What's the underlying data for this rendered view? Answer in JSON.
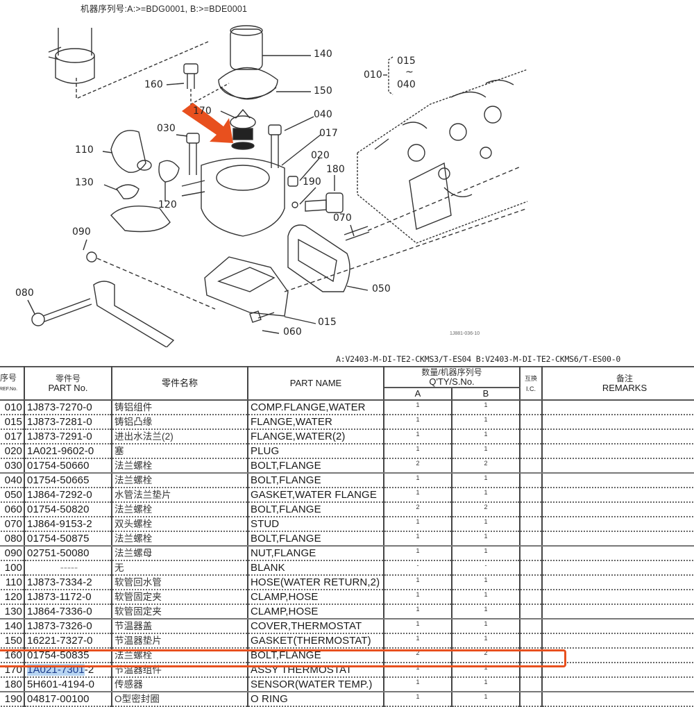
{
  "header": {
    "serial_numbers": "机器序列号:A:>=BDG0001, B:>=BDE0001",
    "model_line": "A:V2403-M-DI-TE2-CKMS3/T-ES04  B:V2403-M-DI-TE2-CKMS6/T-ES00-0"
  },
  "diagram": {
    "drawing_code": "1J881-036-10",
    "callouts": [
      "010",
      "015",
      "017",
      "020",
      "030",
      "040",
      "050",
      "060",
      "070",
      "080",
      "090",
      "110",
      "120",
      "130",
      "140",
      "150",
      "160",
      "170",
      "180",
      "190"
    ],
    "range_label": {
      "parent": "010",
      "from": "015",
      "tilde": "~",
      "to": "040"
    },
    "arrow_target": "170",
    "arrow_color": "#e8501e"
  },
  "table": {
    "columns": {
      "ref_cn": "序号",
      "ref_en": "REF.No.",
      "part_cn": "零件号",
      "part_en": "PART No.",
      "name_cn": "零件名称",
      "name_en": "PART NAME",
      "qty_cn": "数量/机器序列号",
      "qty_en": "Q'TY/S.No.",
      "qty_a": "A",
      "qty_b": "B",
      "ic_cn": "互换",
      "ic_en": "I.C.",
      "remarks_cn": "备注",
      "remarks_en": "REMARKS"
    },
    "rows": [
      {
        "ref": "010",
        "part": "1J873-7270-0",
        "name_cn": "铸铝组件",
        "name_en": "COMP.FLANGE,WATER",
        "qty_a": "1",
        "qty_b": "1"
      },
      {
        "ref": "015",
        "part": "1J873-7281-0",
        "name_cn": "铸铝凸缘",
        "name_en": "FLANGE,WATER",
        "qty_a": "1",
        "qty_b": "1"
      },
      {
        "ref": "017",
        "part": "1J873-7291-0",
        "name_cn": "进出水法兰(2)",
        "name_en": "FLANGE,WATER(2)",
        "qty_a": "1",
        "qty_b": "1"
      },
      {
        "ref": "020",
        "part": "1A021-9602-0",
        "name_cn": "塞",
        "name_en": "PLUG",
        "qty_a": "1",
        "qty_b": "1"
      },
      {
        "ref": "030",
        "part": "01754-50660",
        "name_cn": "法兰螺栓",
        "name_en": "BOLT,FLANGE",
        "qty_a": "2",
        "qty_b": "2"
      },
      {
        "ref": "040",
        "part": "01754-50665",
        "name_cn": "法兰螺栓",
        "name_en": "BOLT,FLANGE",
        "qty_a": "1",
        "qty_b": "1"
      },
      {
        "ref": "050",
        "part": "1J864-7292-0",
        "name_cn": "水管法兰垫片",
        "name_en": "GASKET,WATER FLANGE",
        "qty_a": "1",
        "qty_b": "1"
      },
      {
        "ref": "060",
        "part": "01754-50820",
        "name_cn": "法兰螺栓",
        "name_en": "BOLT,FLANGE",
        "qty_a": "2",
        "qty_b": "2"
      },
      {
        "ref": "070",
        "part": "1J864-9153-2",
        "name_cn": "双头螺栓",
        "name_en": "STUD",
        "qty_a": "1",
        "qty_b": "1"
      },
      {
        "ref": "080",
        "part": "01754-50875",
        "name_cn": "法兰螺栓",
        "name_en": "BOLT,FLANGE",
        "qty_a": "1",
        "qty_b": "1"
      },
      {
        "ref": "090",
        "part": "02751-50080",
        "name_cn": "法兰螺母",
        "name_en": "NUT,FLANGE",
        "qty_a": "1",
        "qty_b": "1"
      },
      {
        "ref": "100",
        "part": "-----",
        "name_cn": "无",
        "name_en": "BLANK",
        "qty_a": "-",
        "qty_b": "-"
      },
      {
        "ref": "110",
        "part": "1J873-7334-2",
        "name_cn": "软管回水管",
        "name_en": "HOSE(WATER RETURN,2)",
        "qty_a": "1",
        "qty_b": "1"
      },
      {
        "ref": "120",
        "part": "1J873-1172-0",
        "name_cn": "软管固定夹",
        "name_en": "CLAMP,HOSE",
        "qty_a": "1",
        "qty_b": "1"
      },
      {
        "ref": "130",
        "part": "1J864-7336-0",
        "name_cn": "软管固定夹",
        "name_en": "CLAMP,HOSE",
        "qty_a": "1",
        "qty_b": "1"
      },
      {
        "ref": "140",
        "part": "1J873-7326-0",
        "name_cn": "节温器盖",
        "name_en": "COVER,THERMOSTAT",
        "qty_a": "1",
        "qty_b": "1"
      },
      {
        "ref": "150",
        "part": "16221-7327-0",
        "name_cn": "节温器垫片",
        "name_en": "GASKET(THERMOSTAT)",
        "qty_a": "1",
        "qty_b": "1"
      },
      {
        "ref": "160",
        "part": "01754-50835",
        "name_cn": "法兰螺栓",
        "name_en": "BOLT,FLANGE",
        "qty_a": "2",
        "qty_b": "2"
      },
      {
        "ref": "170",
        "part_highlight": "1A021-7301",
        "part_suffix": "-2",
        "name_cn": "节温器组件",
        "name_en": "ASSY THERMOSTAT",
        "qty_a": "1",
        "qty_b": "1"
      },
      {
        "ref": "180",
        "part": "5H601-4194-0",
        "name_cn": "传感器",
        "name_en": "SENSOR(WATER TEMP.)",
        "qty_a": "1",
        "qty_b": "1"
      },
      {
        "ref": "190",
        "part": "04817-00100",
        "name_cn": "O型密封圈",
        "name_en": "O RING",
        "qty_a": "1",
        "qty_b": "1"
      }
    ],
    "highlight_color": "#e8501e",
    "selection_color": "#b9d6f2"
  }
}
